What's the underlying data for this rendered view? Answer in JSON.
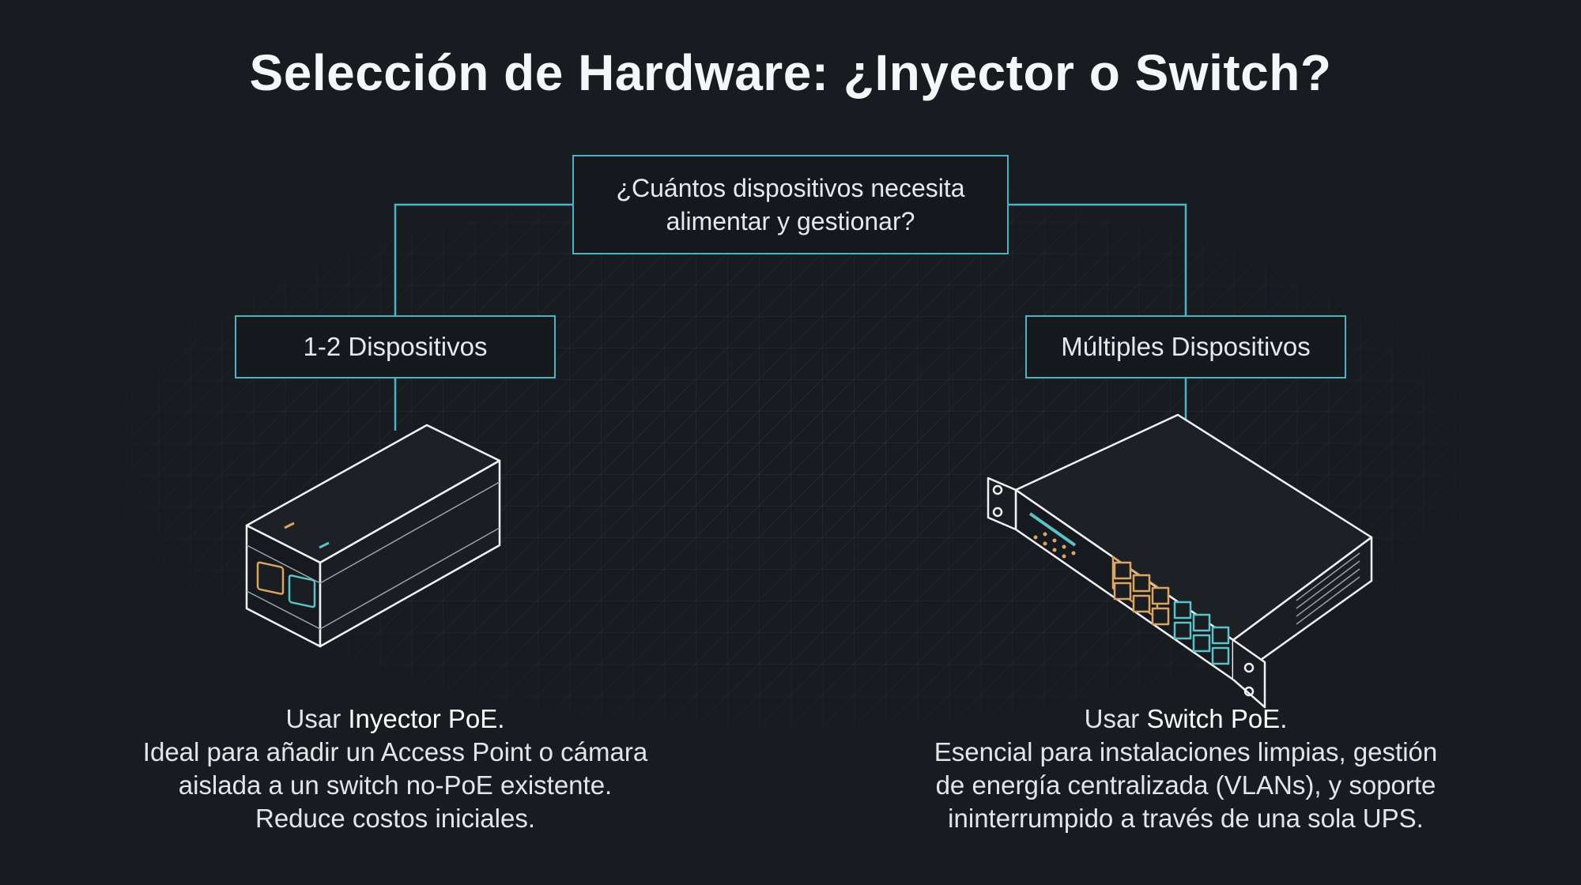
{
  "title": "Selección de Hardware: ¿Inyector o Switch?",
  "question": {
    "line1": "¿Cuántos dispositivos necesita",
    "line2": "alimentar y gestionar?"
  },
  "options": {
    "left": {
      "label": "1-2 Dispositivos"
    },
    "right": {
      "label": "Múltiples Dispositivos"
    }
  },
  "left_result": {
    "lead_prefix": "Usar ",
    "lead_strong": "Inyector PoE.",
    "lines": [
      "Ideal para añadir un Access Point o cámara",
      "aislada a un switch no-PoE existente.",
      "Reduce costos iniciales."
    ]
  },
  "right_result": {
    "lead_prefix": "Usar ",
    "lead_strong": "Switch PoE.",
    "lines": [
      "Esencial para instalaciones limpias, gestión",
      "de energía centralizada (VLANs), y soporte",
      "ininterrumpido a través de una sola UPS."
    ]
  },
  "colors": {
    "background": "#181b20",
    "accent": "#4fb3bf",
    "port_orange": "#d9a464",
    "port_teal": "#5cc2c7"
  },
  "icons": {
    "injector": "poe-injector-icon",
    "switch": "poe-switch-icon"
  }
}
